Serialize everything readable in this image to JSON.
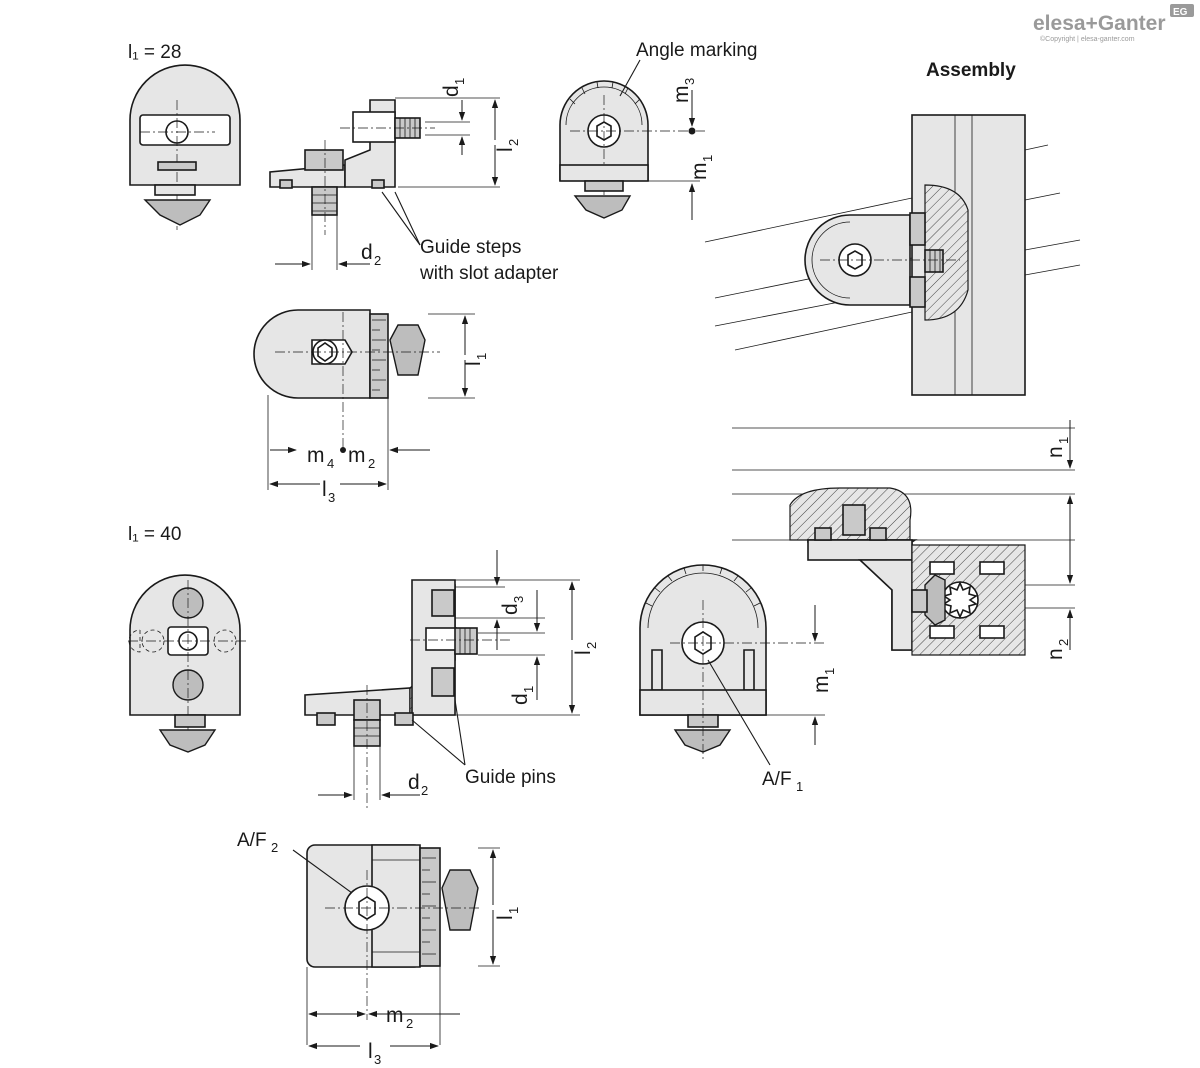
{
  "brand": {
    "logo_text": "elesa+Ganter",
    "badge": "EG",
    "copyright": "©Copyright | elesa-ganter.com"
  },
  "sections": {
    "top_title": "l₁ = 28",
    "bottom_title": "l₁ = 40",
    "assembly_title": "Assembly"
  },
  "callouts": {
    "angle_marking": "Angle marking",
    "guide_steps_line1": "Guide steps",
    "guide_steps_line2": "with slot adapter",
    "guide_pins": "Guide pins"
  },
  "dimensions": {
    "d1": "d",
    "d1_sub": "1",
    "d2": "d",
    "d2_sub": "2",
    "d3": "d",
    "d3_sub": "3",
    "l1": "l",
    "l1_sub": "1",
    "l2": "l",
    "l2_sub": "2",
    "l3": "l",
    "l3_sub": "3",
    "m1": "m",
    "m1_sub": "1",
    "m2": "m",
    "m2_sub": "2",
    "m3": "m",
    "m3_sub": "3",
    "m4": "m",
    "m4_sub": "4",
    "n1": "n",
    "n1_sub": "1",
    "n2": "n",
    "n2_sub": "2",
    "af1": "A/F",
    "af1_sub": "1",
    "af2": "A/F",
    "af2_sub": "2"
  }
}
